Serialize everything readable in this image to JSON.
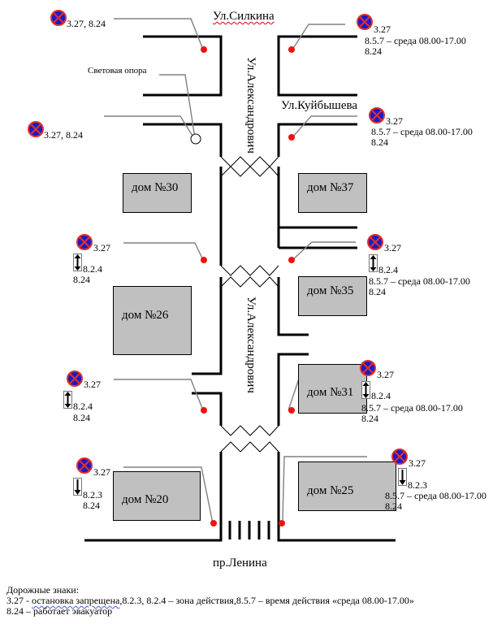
{
  "streets": {
    "silkina": "Ул.Силкина",
    "kuybysheva": "Ул.Куйбышева",
    "aleksandrovich_top": "Ул.Александрович",
    "aleksandrovich_mid": "Ул.Александрович",
    "lenina": "пр.Ленина"
  },
  "houses": [
    {
      "id": "30",
      "label": "дом №30"
    },
    {
      "id": "37",
      "label": "дом №37"
    },
    {
      "id": "26",
      "label": "дом №26"
    },
    {
      "id": "35",
      "label": "дом №35"
    },
    {
      "id": "31",
      "label": "дом №31"
    },
    {
      "id": "20",
      "label": "дом №20"
    },
    {
      "id": "25",
      "label": "дом №25"
    }
  ],
  "annotations": {
    "light_pole": "Световая опора"
  },
  "sign_groups": {
    "top_left_1": {
      "line1": "3.27, 8.24"
    },
    "top_left_2": {
      "line1": "3.27, 8.24"
    },
    "top_right_1": {
      "line1": "3.27",
      "line2": "8.5.7 – среда 08.00-17.00",
      "line3": "8.24"
    },
    "top_right_2": {
      "line1": "3.27",
      "line2": "8.5.7 – среда 08.00-17.00",
      "line3": "8.24"
    },
    "mid_left_1": {
      "line1": "3.27",
      "line2": "8.2.4",
      "line3": "8.24"
    },
    "mid_right_1": {
      "line1": "3.27",
      "line2": "8.2.4",
      "line3": "8.5.7 – среда 08.00-17.00",
      "line4": "8.24"
    },
    "low_left_1": {
      "line1": "3.27",
      "line2": "8.2.4",
      "line3": "8.24"
    },
    "low_right_1": {
      "line1": "3.27",
      "line2": "8.2.4",
      "line3": "8.5.7 – среда 08.00-17.00",
      "line4": "8.24"
    },
    "bottom_left": {
      "line1": "3.27",
      "line2": "8.2.3",
      "line3": "8.24"
    },
    "bottom_right": {
      "line1": "3.27",
      "line2": "8.2.3",
      "line3": "8.5.7 – среда 08.00-17.00",
      "line4": "8.24"
    }
  },
  "legend": {
    "title": "Дорожные знаки:",
    "line1_a": "3.27 - ",
    "line1_b": "остановка  запрещена",
    "line1_c": ",8.2.3, 8.2.4  – зона действия,8.5.7 – время действия  «среда 08.00-17.00»",
    "line2": "8.24 –  работает эвакуатор"
  },
  "colors": {
    "sign_red": "#e0302a",
    "sign_blue": "#1a1ac8",
    "marker_red": "#ee1111",
    "house_gray": "#c0c0c0",
    "leader_gray": "#808080"
  }
}
